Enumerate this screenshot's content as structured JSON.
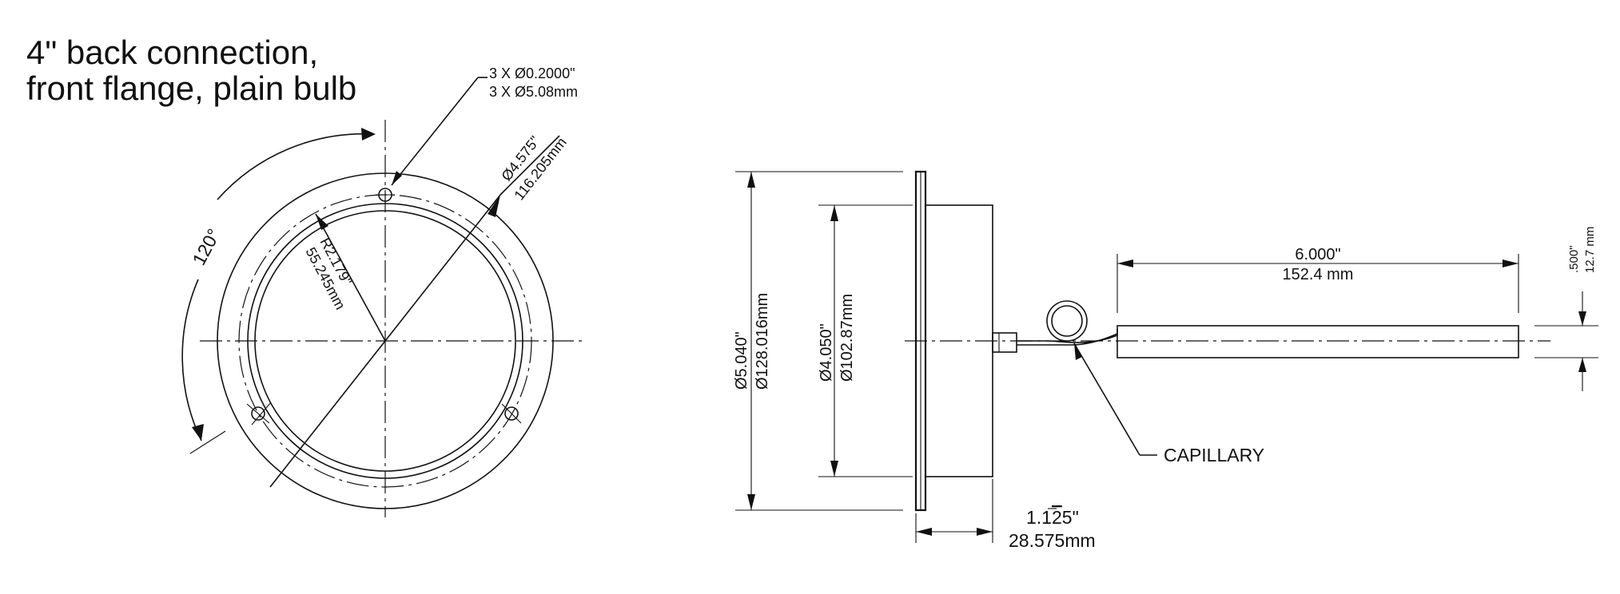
{
  "title": {
    "line1": "4\" back connection,",
    "line2": "front flange, plain bulb"
  },
  "front_view": {
    "holes_dim_in": "3 X Ø0.2000\"",
    "holes_dim_mm": "3 X Ø5.08mm",
    "flange_dia_in": "Ø4.575\"",
    "flange_dia_mm": "116.205mm",
    "bolt_radius_in": "R2.179\"",
    "bolt_radius_mm": "55.245mm",
    "angle": "120°"
  },
  "side_view": {
    "overall_dia_in": "Ø5.040\"",
    "overall_dia_mm": "Ø128.016mm",
    "case_dia_in": "Ø4.050\"",
    "case_dia_mm": "Ø102.87mm",
    "bulb_length_in": "6.000\"",
    "bulb_length_mm": "152.4 mm",
    "bulb_dia_in": ".500\"",
    "bulb_dia_mm": "12.7 mm",
    "depth_in": "1.1",
    "depth_in_overline": "2",
    "depth_in_tail": "5\"",
    "depth_mm": "28.575mm",
    "capillary_label": "CAPILLARY"
  }
}
